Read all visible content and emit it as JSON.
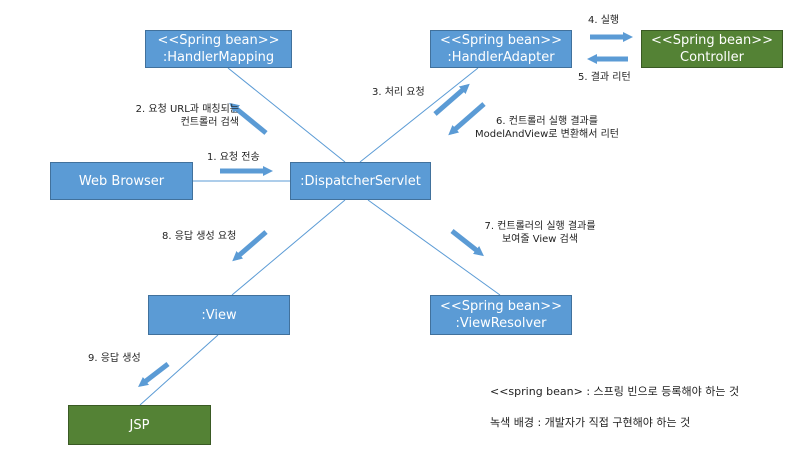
{
  "nodes": {
    "handler_mapping": {
      "line1": "<<Spring bean>>",
      "line2": ":HandlerMapping"
    },
    "handler_adapter": {
      "line1": "<<Spring bean>>",
      "line2": ":HandlerAdapter"
    },
    "controller": {
      "line1": "<<Spring bean>>",
      "line2": "Controller"
    },
    "web_browser": {
      "label": "Web Browser"
    },
    "dispatcher_servlet": {
      "label": ":DispatcherServlet"
    },
    "view": {
      "label": ":View"
    },
    "view_resolver": {
      "line1": "<<Spring bean>>",
      "line2": ":ViewResolver"
    },
    "jsp": {
      "label": "JSP"
    }
  },
  "steps": {
    "s1": "1. 요청 전송",
    "s2_line1": "2. 요청 URL과 매칭되는",
    "s2_line2": "컨트롤러 검색",
    "s3": "3. 처리 요청",
    "s4": "4. 실행",
    "s5": "5. 결과 리턴",
    "s6_line1": "6. 컨트롤러 실행 결과를",
    "s6_line2": "ModelAndView로 변환해서 리턴",
    "s7_line1": "7. 컨트롤러의 실행 결과를",
    "s7_line2": "보여줄 View 검색",
    "s8": "8. 응답 생성 요청",
    "s9": "9. 응답 생성"
  },
  "legend": {
    "bean": "<<spring bean> : 스프링 빈으로 등록해야 하는 것",
    "green": "녹색 배경 : 개발자가 직접 구현해야 하는 것"
  },
  "colors": {
    "bean_fill": "#5b9bd5",
    "developer_fill": "#548235",
    "connector": "#5b9bd5"
  }
}
